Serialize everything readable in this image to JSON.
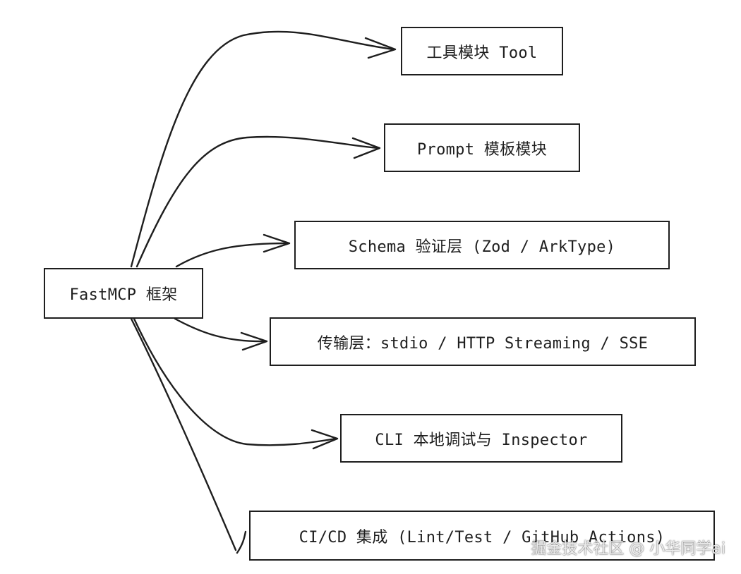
{
  "root": {
    "label": "FastMCP 框架"
  },
  "modules": [
    {
      "label": "工具模块 Tool"
    },
    {
      "label": "Prompt 模板模块"
    },
    {
      "label": "Schema 验证层 (Zod / ArkType)"
    },
    {
      "label": "传输层：stdio / HTTP Streaming / SSE"
    },
    {
      "label": "CLI 本地调试与 Inspector"
    },
    {
      "label": "CI/CD 集成 (Lint/Test / GitHub Actions)"
    }
  ],
  "watermark": {
    "text": "掘金技术社区 @ 小华同学ai"
  }
}
